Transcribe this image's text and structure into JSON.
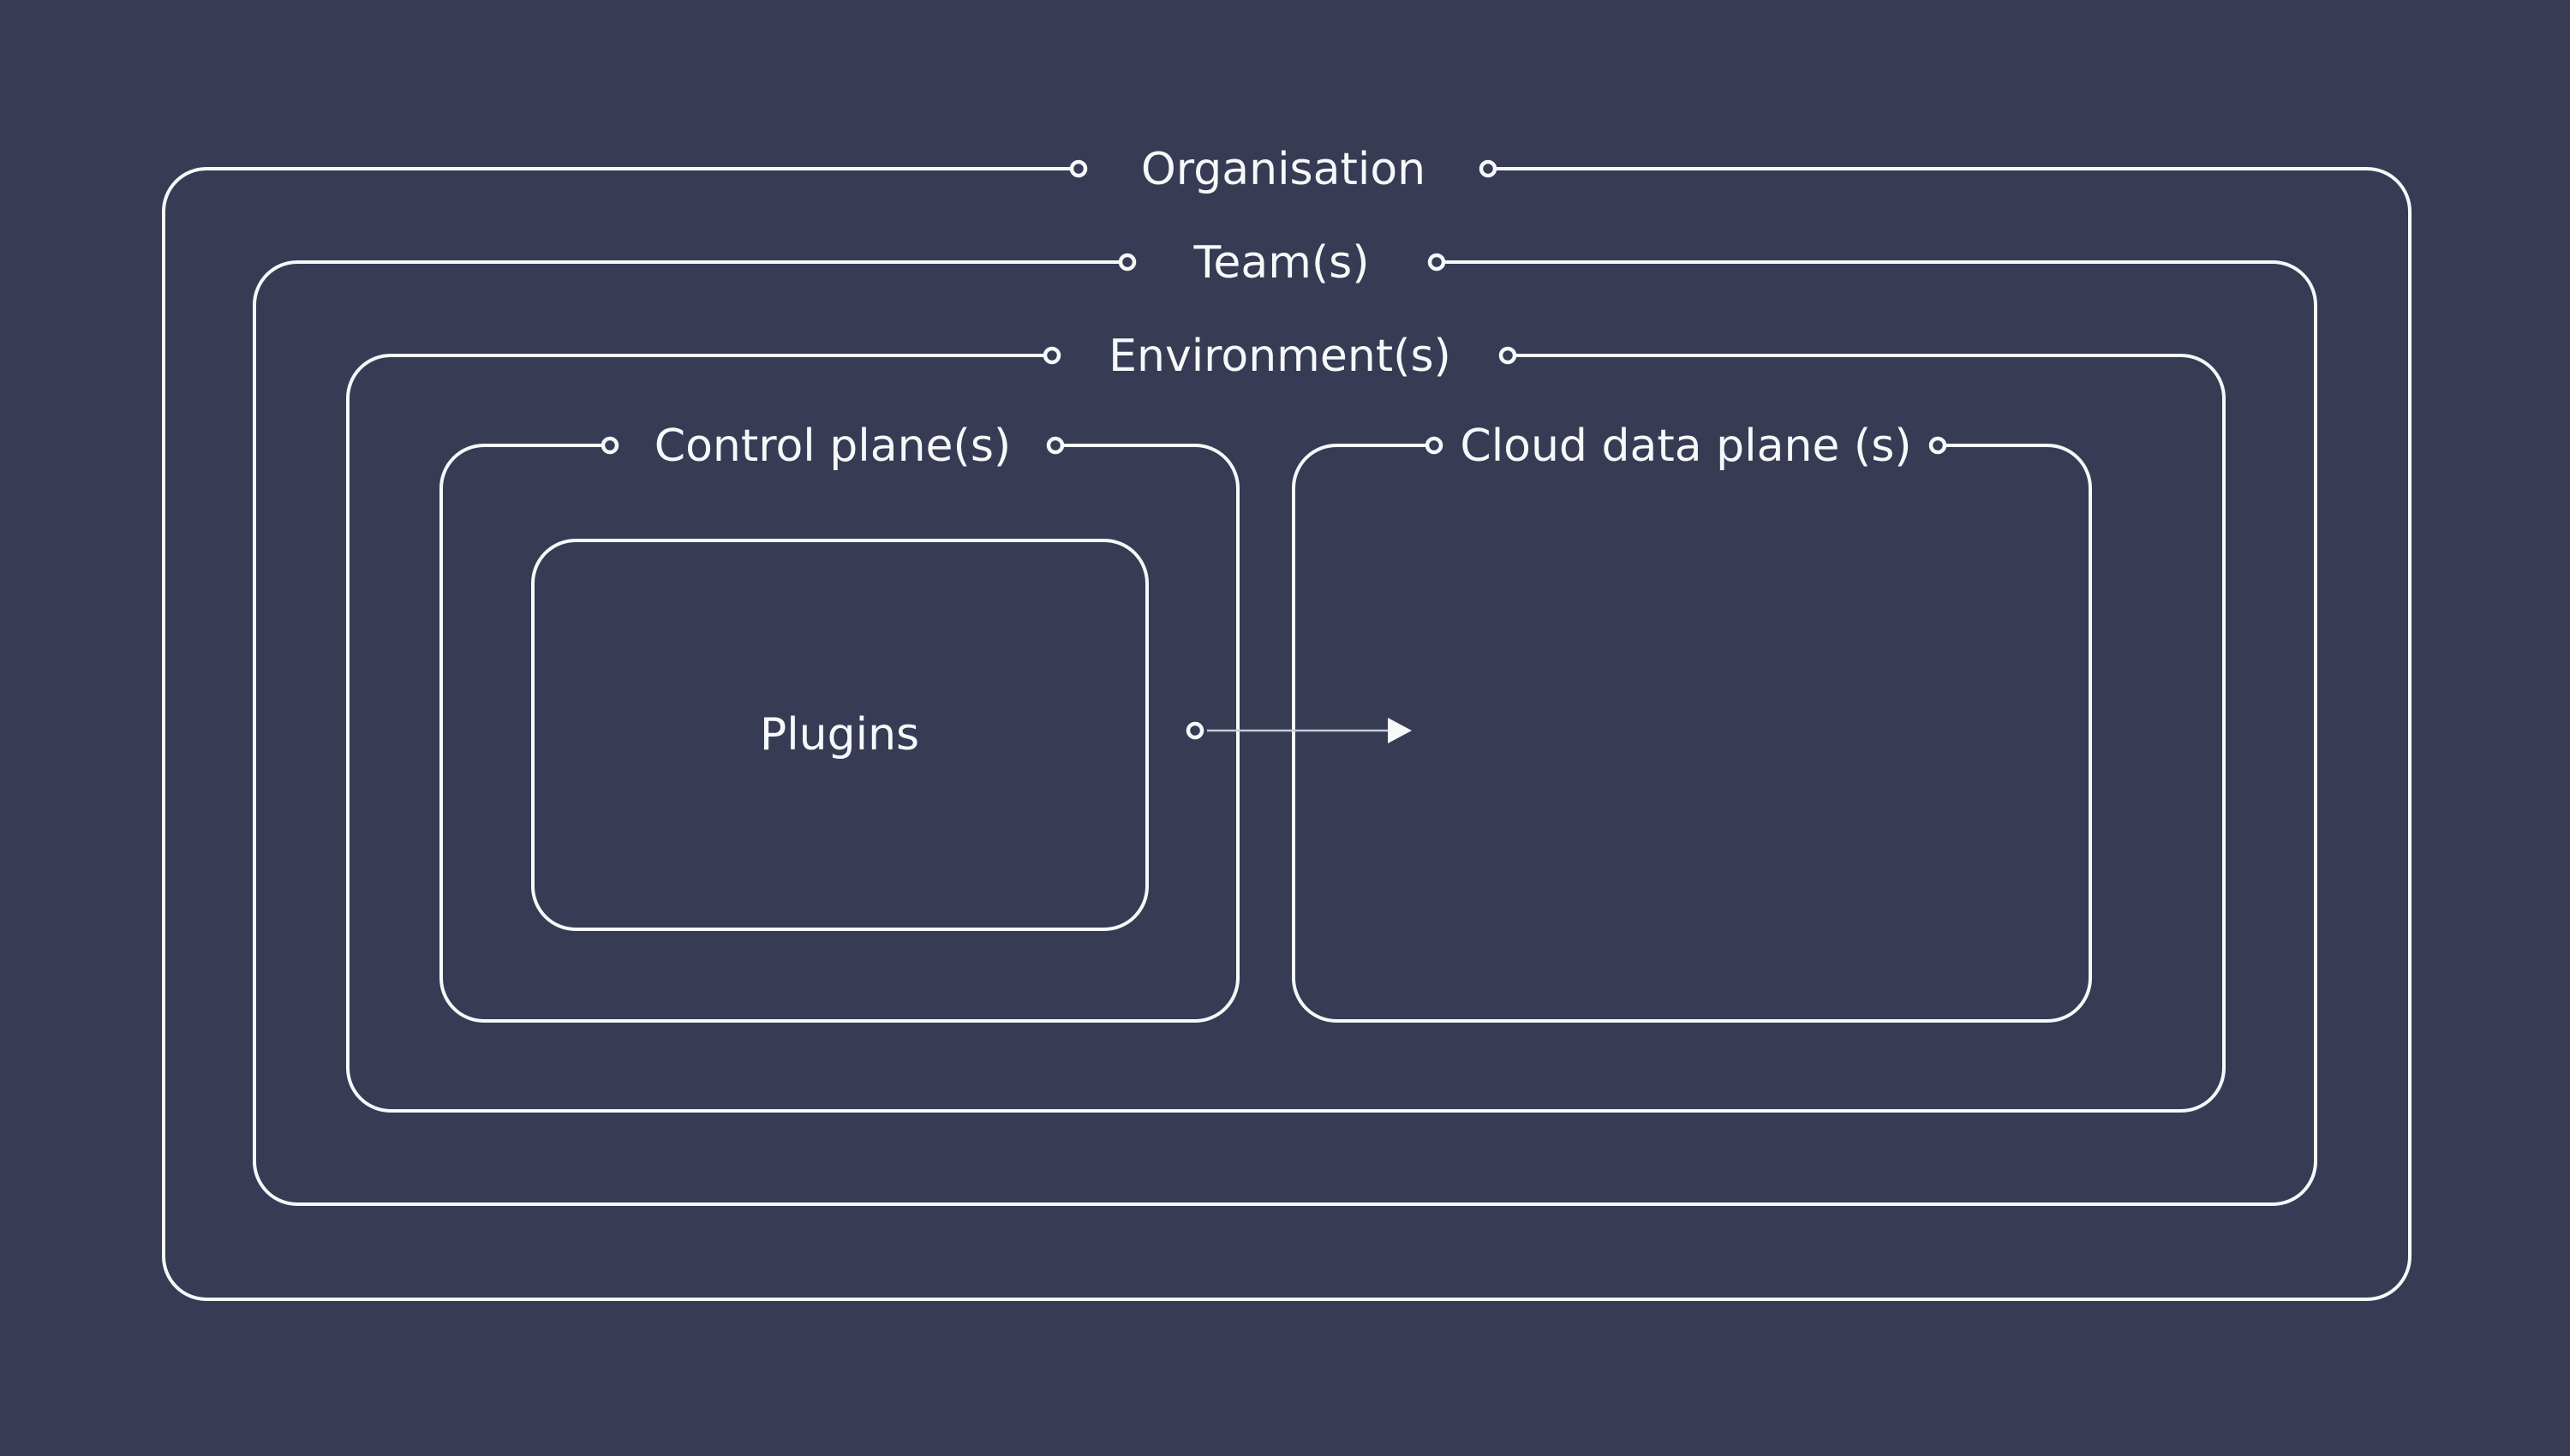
{
  "colors": {
    "background": "#373B54",
    "line": "#F7F8FA",
    "arrow_line": "#C7CAD5"
  },
  "boxes": {
    "organisation": {
      "label": "Organisation"
    },
    "team": {
      "label": "Team(s)"
    },
    "environment": {
      "label": "Environment(s)"
    },
    "control_plane": {
      "label": "Control plane(s)"
    },
    "cloud_data_plane": {
      "label": "Cloud data plane (s)"
    },
    "plugins": {
      "label": "Plugins"
    }
  },
  "arrow": {
    "from": "Control plane(s)",
    "to": "Cloud data plane (s)"
  }
}
